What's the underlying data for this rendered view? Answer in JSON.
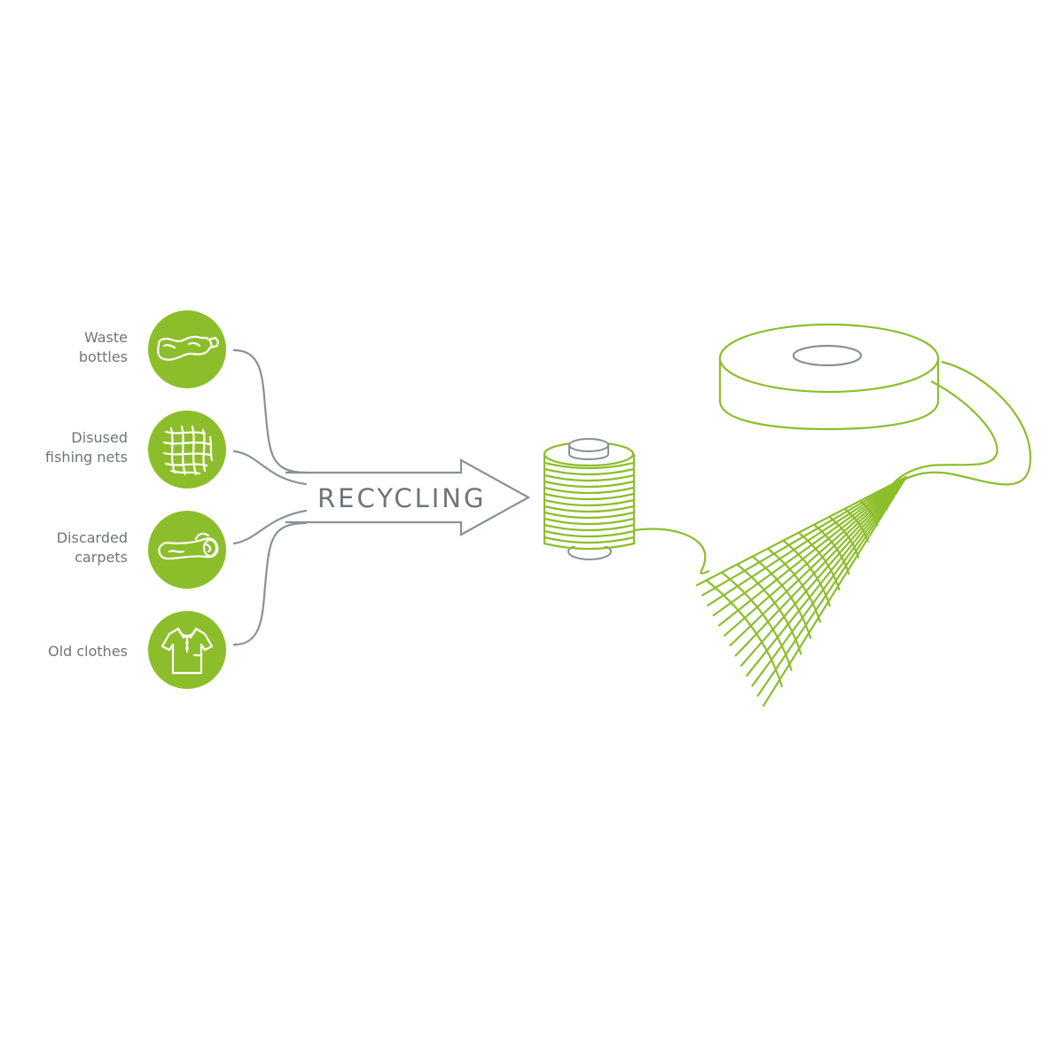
{
  "colors": {
    "accent": "#8cbe2b",
    "line": "#8a9196",
    "text": "#6e7479"
  },
  "sources": [
    {
      "id": "bottles",
      "lines": [
        "Waste",
        "bottles"
      ],
      "icon": "bottle-icon"
    },
    {
      "id": "nets",
      "lines": [
        "Disused",
        "fishing nets"
      ],
      "icon": "fishing-net-icon"
    },
    {
      "id": "carpets",
      "lines": [
        "Discarded",
        "carpets"
      ],
      "icon": "carpet-roll-icon"
    },
    {
      "id": "clothes",
      "lines": [
        "Old clothes"
      ],
      "icon": "shirt-icon"
    }
  ],
  "process": {
    "label": "RECYCLING"
  },
  "outputs": [
    "yarn-spool",
    "fabric-roll",
    "woven-fabric"
  ]
}
